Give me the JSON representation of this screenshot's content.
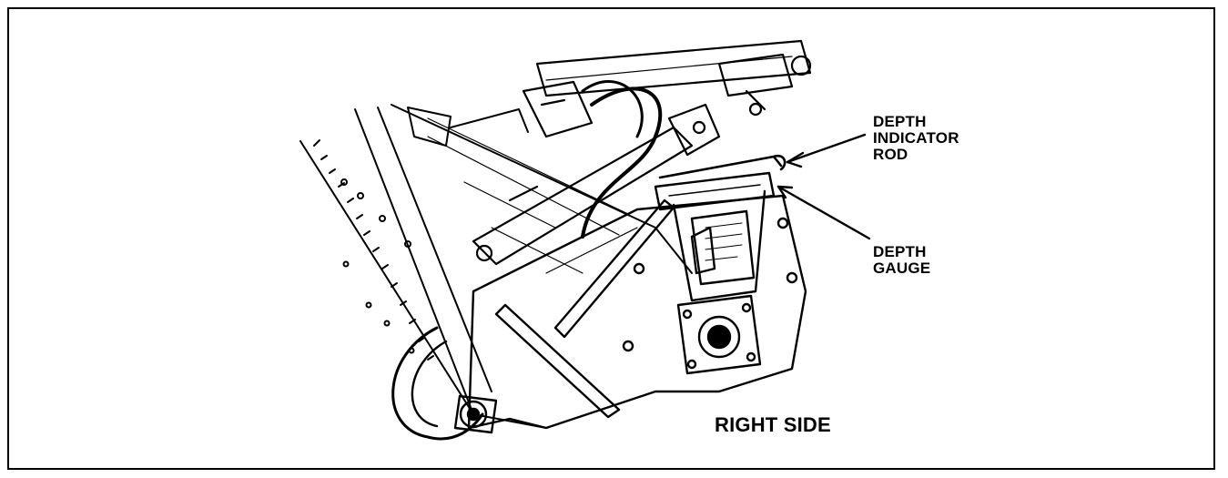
{
  "callouts": {
    "depth_indicator_rod": [
      "DEPTH",
      "INDICATOR",
      "ROD"
    ],
    "depth_gauge": [
      "DEPTH",
      "GAUGE"
    ]
  },
  "caption": "RIGHT SIDE",
  "colors": {
    "ink": "#000000",
    "paper": "#ffffff"
  }
}
